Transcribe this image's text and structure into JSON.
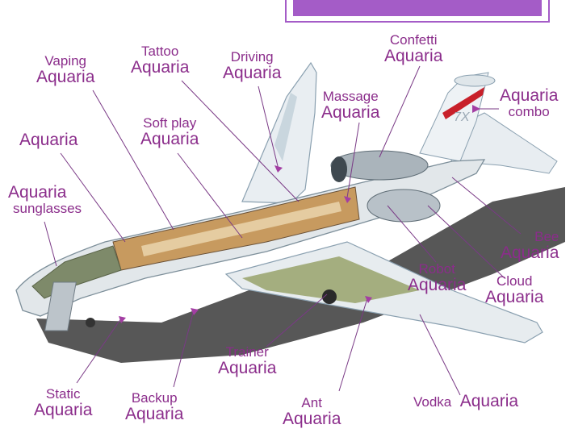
{
  "colors": {
    "label": "#8b2d8b",
    "banner": "#a45cc7",
    "leader": "#7a3a86",
    "arrow": "#a33ea3"
  },
  "callouts": [
    {
      "id": "vaping",
      "small": "Vaping",
      "big": "Aquaria"
    },
    {
      "id": "tattoo",
      "small": "Tattoo",
      "big": "Aquaria"
    },
    {
      "id": "driving",
      "small": "Driving",
      "big": "Aquaria"
    },
    {
      "id": "confetti",
      "small": "Confetti",
      "big": "Aquaria"
    },
    {
      "id": "massage",
      "small": "Massage",
      "big": "Aquaria"
    },
    {
      "id": "combo",
      "small": "combo",
      "big": "Aquaria"
    },
    {
      "id": "softplay",
      "small": "Soft play",
      "big": "Aquaria"
    },
    {
      "id": "plain",
      "small": "",
      "big": "Aquaria"
    },
    {
      "id": "sunglasses",
      "small": "sunglasses",
      "big": "Aquaria"
    },
    {
      "id": "bee",
      "small": "Bee",
      "big": "Aquaria"
    },
    {
      "id": "robot",
      "small": "Robot",
      "big": "Aquaria"
    },
    {
      "id": "cloud",
      "small": "Cloud",
      "big": "Aquaria"
    },
    {
      "id": "trainer",
      "small": "Trainer",
      "big": "Aquaria"
    },
    {
      "id": "static",
      "small": "Static",
      "big": "Aquaria"
    },
    {
      "id": "backup",
      "small": "Backup",
      "big": "Aquaria"
    },
    {
      "id": "ant",
      "small": "Ant",
      "big": "Aquaria"
    },
    {
      "id": "vodka",
      "small": "Vodka",
      "big": "Aquaria"
    }
  ],
  "tail_marking": "7X"
}
